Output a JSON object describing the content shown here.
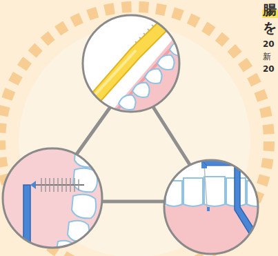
{
  "diagram": {
    "labels": [
      "腸",
      "を",
      "20",
      "新",
      "20"
    ]
  }
}
